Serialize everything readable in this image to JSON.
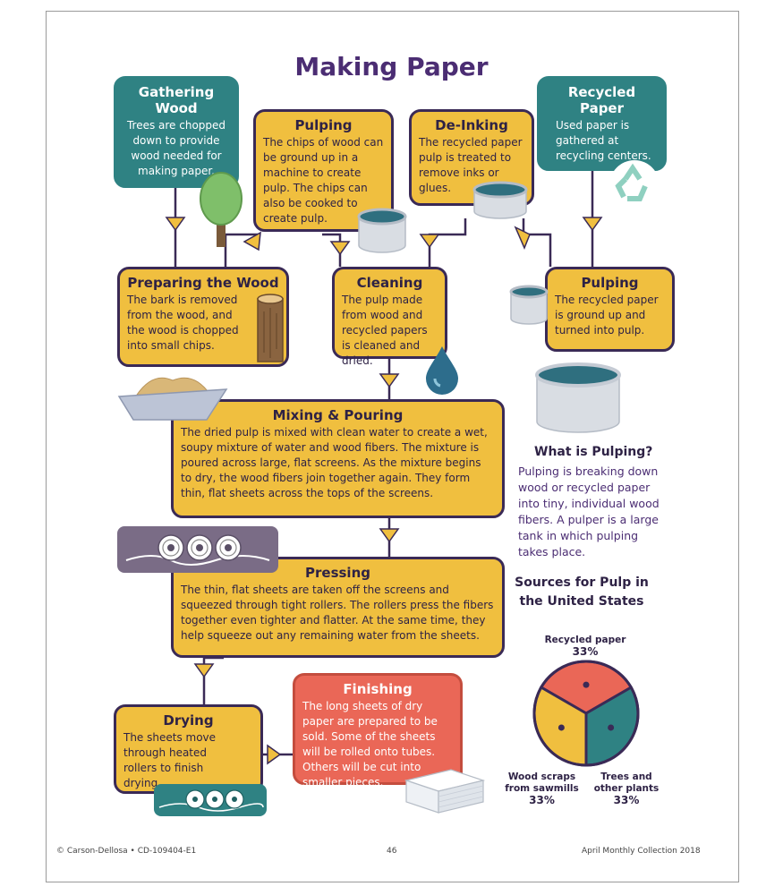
{
  "title": "Making Paper",
  "steps": {
    "gathering_wood": {
      "title": "Gathering Wood",
      "text": "Trees are chopped down to provide wood needed for making paper."
    },
    "pulping_wood": {
      "title": "Pulping",
      "text": "The chips of wood can be ground up in a machine to create pulp. The chips can also be cooked to create pulp."
    },
    "deinking": {
      "title": "De-Inking",
      "text": "The recycled paper pulp is treated to remove inks or glues."
    },
    "recycled_paper": {
      "title": "Recycled Paper",
      "text": "Used paper is gathered at recycling centers."
    },
    "preparing_wood": {
      "title": "Preparing the Wood",
      "text": "The bark is removed from the wood, and the wood is chopped into small chips."
    },
    "cleaning": {
      "title": "Cleaning",
      "text": "The pulp made from wood and recycled papers is cleaned and dried."
    },
    "pulping_recycled": {
      "title": "Pulping",
      "text": "The recycled paper is ground up and turned into pulp."
    },
    "mixing": {
      "title": "Mixing & Pouring",
      "text": "The dried pulp is mixed with clean water to create a wet, soupy mixture of water and wood fibers. The mixture is poured across large, flat screens. As the mixture begins to dry, the wood fibers join together again. They form thin, flat sheets across the tops of the screens."
    },
    "pressing": {
      "title": "Pressing",
      "text": "The thin, flat sheets are taken off the screens and squeezed through tight rollers. The rollers press the fibers together even tighter and flatter. At the same time, they help squeeze out any remaining water from the sheets."
    },
    "drying": {
      "title": "Drying",
      "text": "The sheets move through heated rollers to finish drying."
    },
    "finishing": {
      "title": "Finishing",
      "text": "The long sheets of dry paper are prepared to be sold. Some of the sheets will be rolled onto tubes. Others will be cut into smaller pieces."
    }
  },
  "sidebar": {
    "heading": "What is Pulping?",
    "text": "Pulping is breaking down wood or recycled paper into tiny, individual wood fibers. A pulper is a large tank in which pulping takes place."
  },
  "chart_data": {
    "type": "pie",
    "title": "Sources for Pulp in the United States",
    "slices": [
      {
        "label": "Recycled paper",
        "value": 33,
        "display": "33%",
        "color": "#ea6757"
      },
      {
        "label": "Trees and other plants",
        "value": 33,
        "display": "33%",
        "color": "#2f8283"
      },
      {
        "label": "Wood scraps from sawmills",
        "value": 33,
        "display": "33%",
        "color": "#f0bf3f"
      }
    ]
  },
  "footer": {
    "left": "© Carson-Dellosa • CD-109404-E1",
    "center": "46",
    "right": "April Monthly Collection 2018"
  },
  "colors": {
    "yellow": "#f0bf3f",
    "teal": "#2f8283",
    "coral": "#ea6757",
    "purple": "#4b2d73",
    "outline": "#3a2a56"
  }
}
